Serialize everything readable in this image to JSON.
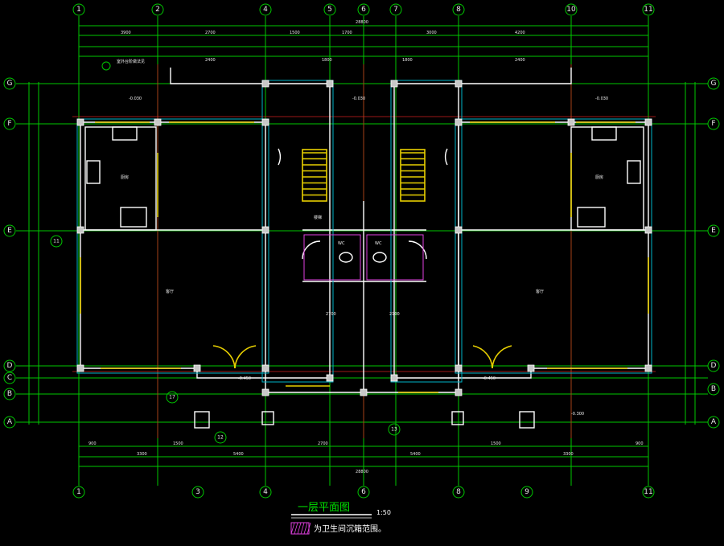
{
  "drawing": {
    "title": "一层平面图",
    "scale": "1:50",
    "legend_text": "为卫生间沉箱范围。",
    "legend_color": "#e040e0",
    "grid_color": "#00c800",
    "wall_color": "#ffffff",
    "background": "#000000"
  },
  "axes": {
    "top": [
      "1",
      "2",
      "4",
      "5",
      "6",
      "7",
      "8",
      "10",
      "11"
    ],
    "bottom": [
      "1",
      "3",
      "4",
      "6",
      "8",
      "9",
      "11"
    ],
    "left": [
      "G",
      "F",
      "E",
      "D",
      "C",
      "B",
      "A"
    ],
    "right": [
      "G",
      "F",
      "E",
      "D",
      "B",
      "A"
    ]
  },
  "dimensions": {
    "overall_top": "28800",
    "overall_bottom": "28800",
    "top_row": [
      "3900",
      "2700",
      "1500",
      "1700",
      "3000",
      "4200"
    ],
    "top_mid": [
      "2400",
      "1800",
      "1800",
      "2400"
    ],
    "bottom_row": [
      "3300",
      "5400",
      "5400",
      "3300"
    ],
    "bottom_sub": [
      "900",
      "1500",
      "2700",
      "1500",
      "900"
    ]
  },
  "labels": {
    "elev_left": "-0.030",
    "elev_right": "-0.030",
    "elev_entry_left": "-0.450",
    "elev_entry_right": "-0.450",
    "elev_mid": "-0.030",
    "elev_outside": "-0.300",
    "room_living_left": "客厅",
    "room_living_right": "客厅",
    "room_kitchen_left": "厨房",
    "room_kitchen_right": "厨房",
    "room_wc_left": "WC",
    "room_wc_right": "WC",
    "note_left": "室外台阶做法见",
    "mark_left_1": "11",
    "mark_left_2": "17",
    "mark_left_3": "12",
    "mark_right": "13",
    "note_stair": "楼梯",
    "dim_2700": "2700",
    "dim_2100": "2100"
  }
}
